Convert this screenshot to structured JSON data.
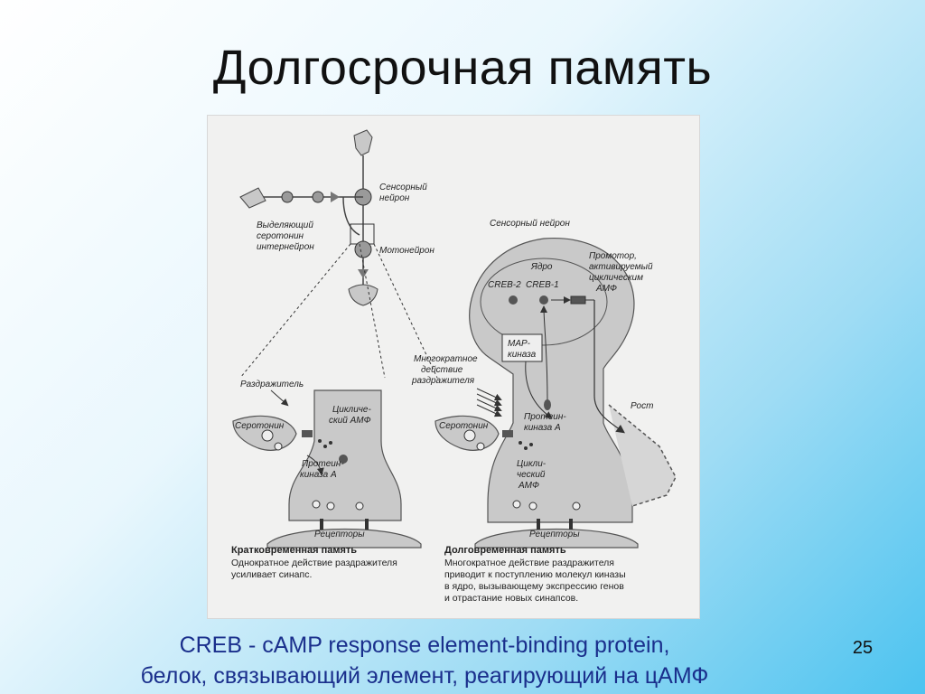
{
  "slide": {
    "title": "Долгосрочная память",
    "footer_line1": "CREB - cAMP response element-binding protein,",
    "footer_line2": "белок, связывающий элемент, реагирующий на цАМФ",
    "page_number": "25"
  },
  "figure": {
    "labels": {
      "sensory_neuron_top_1": "Сенсорный",
      "sensory_neuron_top_2": "нейрон",
      "interneuron_1": "Выделяющий",
      "interneuron_2": "серотонин",
      "interneuron_3": "интернейрон",
      "motoneuron": "Мотонейрон",
      "sensory_neuron_right": "Сенсорный нейрон",
      "nucleus": "Ядро",
      "promoter_1": "Промотор,",
      "promoter_2": "активируемый",
      "promoter_3": "циклическим",
      "promoter_4": "АМФ",
      "creb2": "CREB-2",
      "creb1": "CREB-1",
      "map_kinase_1": "MAP-",
      "map_kinase_2": "киназа",
      "repeated_1": "Многократное",
      "repeated_2": "действие",
      "repeated_3": "раздражителя",
      "stimulus": "Раздражитель",
      "serotonin_left": "Серотонин",
      "camp_left_1": "Цикличе-",
      "camp_left_2": "ский АМФ",
      "pka_left_1": "Протеин-",
      "pka_left_2": "киназа А",
      "receptors_left": "Рецепторы",
      "serotonin_right": "Серотонин",
      "pka_right_1": "Протеин-",
      "pka_right_2": "киназа А",
      "camp_right_1": "Цикли-",
      "camp_right_2": "ческий",
      "camp_right_3": "АМФ",
      "growth": "Рост",
      "receptors_right": "Рецепторы"
    },
    "captions": {
      "short_title": "Кратковременная память",
      "short_1": "Однократное действие раздражителя",
      "short_2": "усиливает синапс.",
      "long_title": "Долговременная память",
      "long_1": "Многократное действие раздражителя",
      "long_2": "приводит к поступлению молекул киназы",
      "long_3": "в ядро, вызывающему экспрессию генов",
      "long_4": "и отрастание новых синапсов."
    }
  }
}
